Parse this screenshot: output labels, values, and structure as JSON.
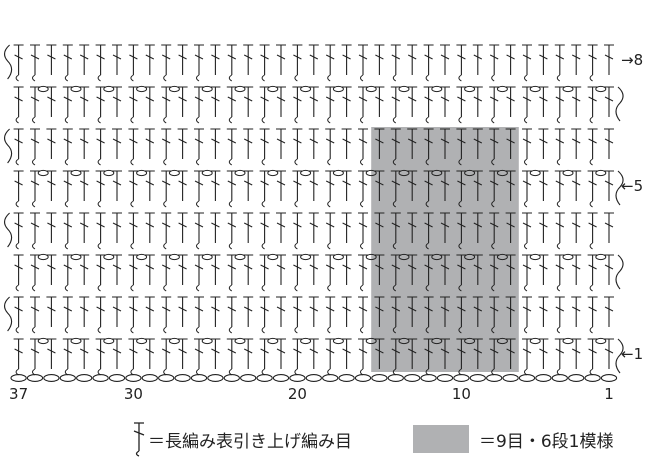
{
  "diagram": {
    "stitch_columns": 37,
    "row_arrows": [
      {
        "row": 1,
        "label": "←1"
      },
      {
        "row": 5,
        "label": "←5"
      },
      {
        "row": 8,
        "label": "→8"
      }
    ],
    "stitch_numbers": [
      {
        "n": 37,
        "label": "37"
      },
      {
        "n": 30,
        "label": "30"
      },
      {
        "n": 20,
        "label": "20"
      },
      {
        "n": 10,
        "label": "10"
      },
      {
        "n": 1,
        "label": "1"
      }
    ],
    "highlight": {
      "from_stitch": 7,
      "to_stitch": 15,
      "from_row": 1,
      "to_row": 6
    },
    "colors": {
      "line": "#222222",
      "highlight": "#b0b1b3"
    }
  },
  "legend": {
    "stitch_symbol_icon": "front-post-double-crochet-icon",
    "stitch_text": "＝長編み表引き上げ編み目",
    "repeat_text": "＝9目・6段1模様"
  }
}
